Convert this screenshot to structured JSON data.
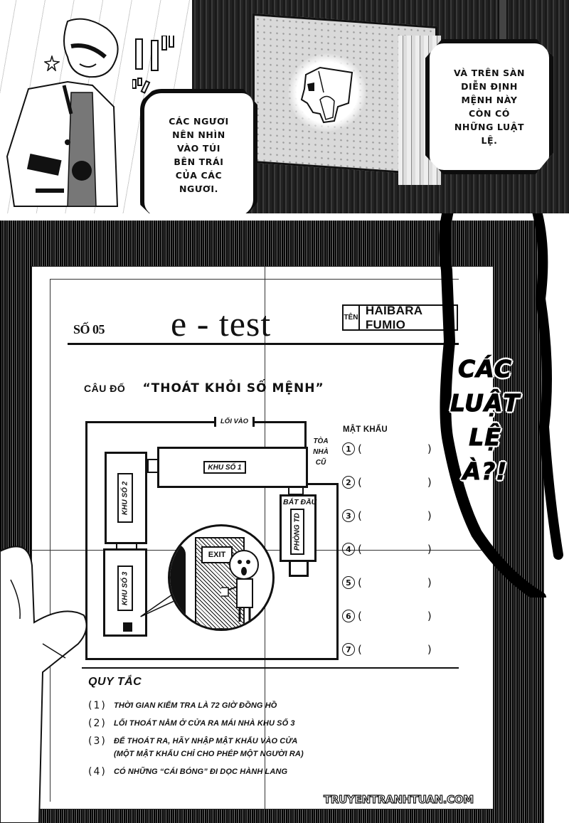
{
  "page": {
    "source_site": "TRUYENTRANHTUAN.COM"
  },
  "top_panel": {
    "bubble_left": {
      "text": "CÁC NGƯƠI\nNÊN NHÌN\nVÀO TÚI\nBÊN TRÁI\nCỦA CÁC\nNGƯƠI."
    },
    "bubble_right": {
      "text": "VÀ TRÊN SÀN\nDIỄN ĐỊNH\nMỆNH NÀY\nCÒN CÓ\nNHỮNG LUẬT\nLỆ."
    }
  },
  "bottom_panel": {
    "test_sheet": {
      "number": "SỐ 05",
      "title": "e - test",
      "name_label": "TÊN",
      "name_value": "HAIBARA FUMIO",
      "puzzle_label": "CÂU ĐỐ",
      "puzzle_title": "“THOÁT KHỎI SỐ MỆNH”",
      "map": {
        "entrance": "LỐI VÀO",
        "zone_1": "KHU SỐ 1",
        "zone_2": "KHU SỐ 2",
        "zone_3": "KHU SỐ 3",
        "old_building": "TÒA\nNHÀ\nCŨ",
        "start_label": "BẮT ĐẦU",
        "gym": "PHÒNG TD",
        "exit_sign": "EXIT"
      },
      "passwords": {
        "title": "MẬT KHẨU",
        "items": [
          {
            "num": "1",
            "value": ""
          },
          {
            "num": "2",
            "value": ""
          },
          {
            "num": "3",
            "value": ""
          },
          {
            "num": "4",
            "value": ""
          },
          {
            "num": "5",
            "value": ""
          },
          {
            "num": "6",
            "value": ""
          },
          {
            "num": "7",
            "value": ""
          }
        ]
      },
      "rules": {
        "title": "QUY TẮC",
        "items": [
          {
            "num": "(1)",
            "text": "THỜI GIAN KIỂM TRA LÀ 72 GIỜ ĐỒNG HỒ"
          },
          {
            "num": "(2)",
            "text": "LỐI THOÁT NẰM Ở CỬA RA MÁI NHÀ KHU  SỐ 3"
          },
          {
            "num": "(3)",
            "text": "ĐỂ THOÁT RA, HÃY NHẬP MẬT KHẨU VÀO CỬA\n(MỘT MẬT KHẨU CHỈ CHO PHÉP MỘT NGƯỜI RA)"
          },
          {
            "num": "(4)",
            "text": "CÓ NHỮNG “CÁI BÓNG” ĐI DỌC HÀNH LANG"
          }
        ]
      }
    },
    "shout": "CÁC\nLUẬT\nLỆ\nÀ?!"
  }
}
